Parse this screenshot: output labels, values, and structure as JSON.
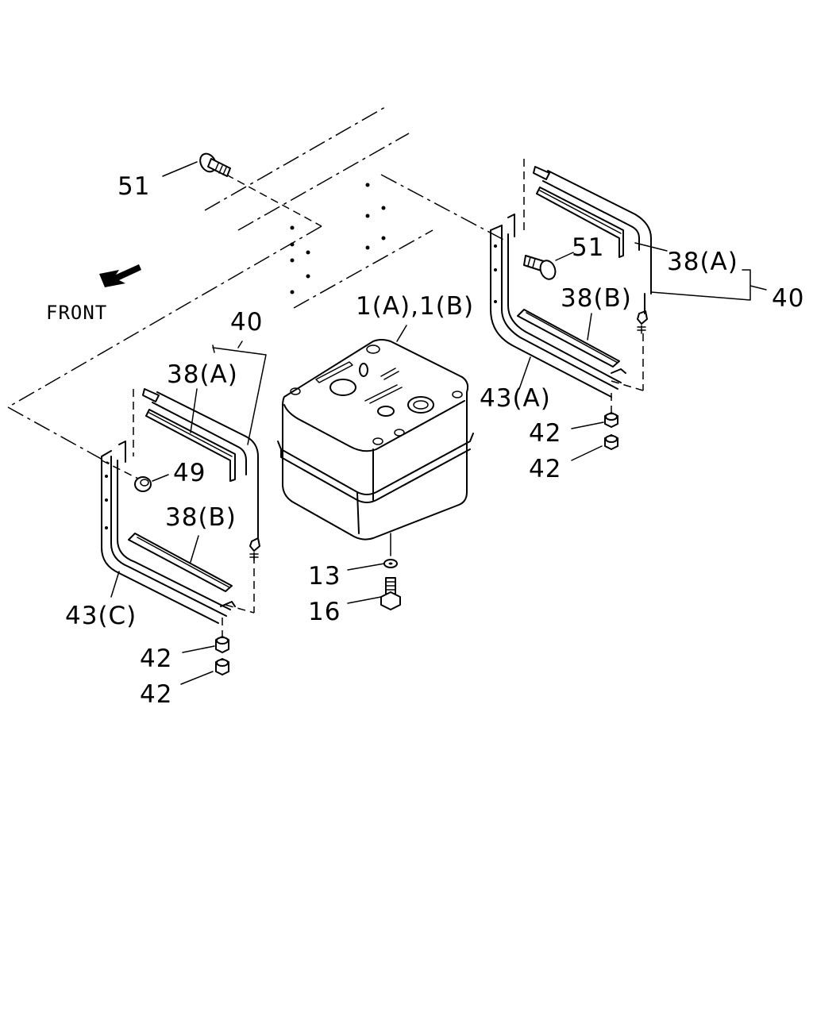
{
  "diagram": {
    "direction_label": "FRONT",
    "callouts": {
      "bolt_51_top": "51",
      "bolt_51_right": "51",
      "tank": "1(A),1(B)",
      "band_38a_right": "38(A)",
      "band_38b_right": "38(B)",
      "assembly_40_right": "40",
      "bracket_43a": "43(A)",
      "nut_42_right_upper": "42",
      "nut_42_right_lower": "42",
      "assembly_40_left": "40",
      "band_38a_left": "38(A)",
      "nut_49": "49",
      "band_38b_left": "38(B)",
      "bracket_43c": "43(C)",
      "nut_42_left_upper": "42",
      "nut_42_left_lower": "42",
      "washer_13": "13",
      "bolt_16": "16"
    }
  }
}
